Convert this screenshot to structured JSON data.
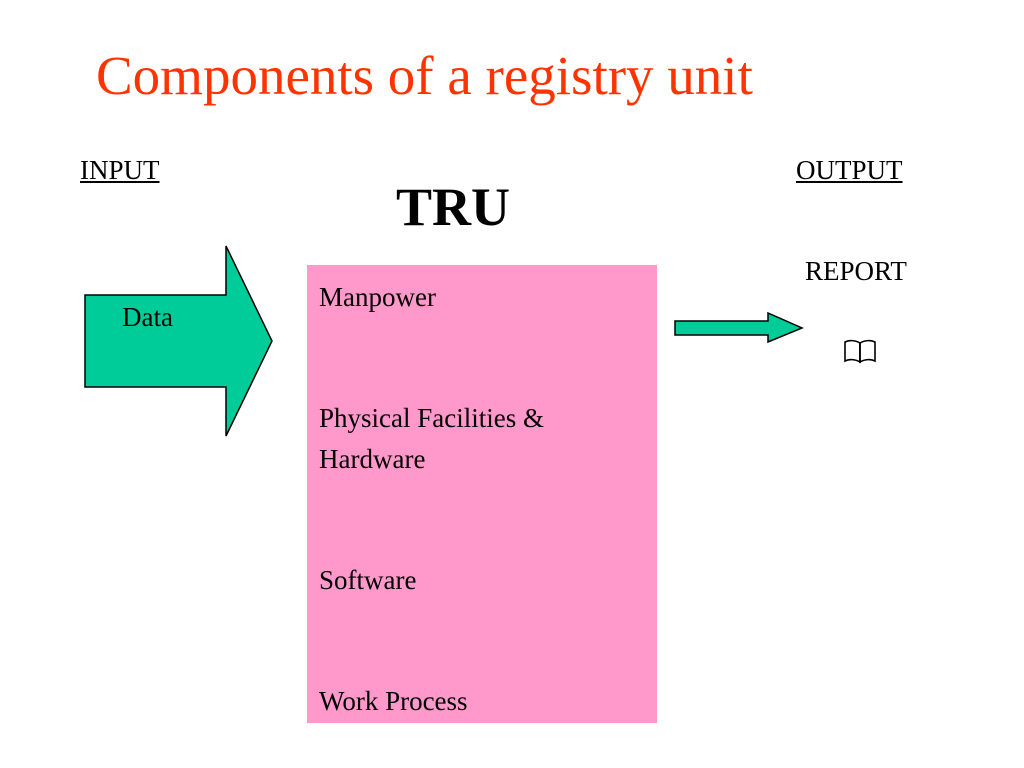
{
  "slide": {
    "title": "Components of a registry unit",
    "input_label": "INPUT",
    "output_label": "OUTPUT",
    "center_label": "TRU",
    "input_arrow_label": "Data",
    "report_label": "REPORT",
    "report_icon": "book-icon",
    "components": [
      "Manpower",
      "Physical Facilities & Hardware",
      "Software",
      "Work Process"
    ]
  },
  "colors": {
    "title": "#ff3300",
    "arrow_fill": "#00cc99",
    "box_fill": "#ff99cc",
    "text": "#000000"
  }
}
